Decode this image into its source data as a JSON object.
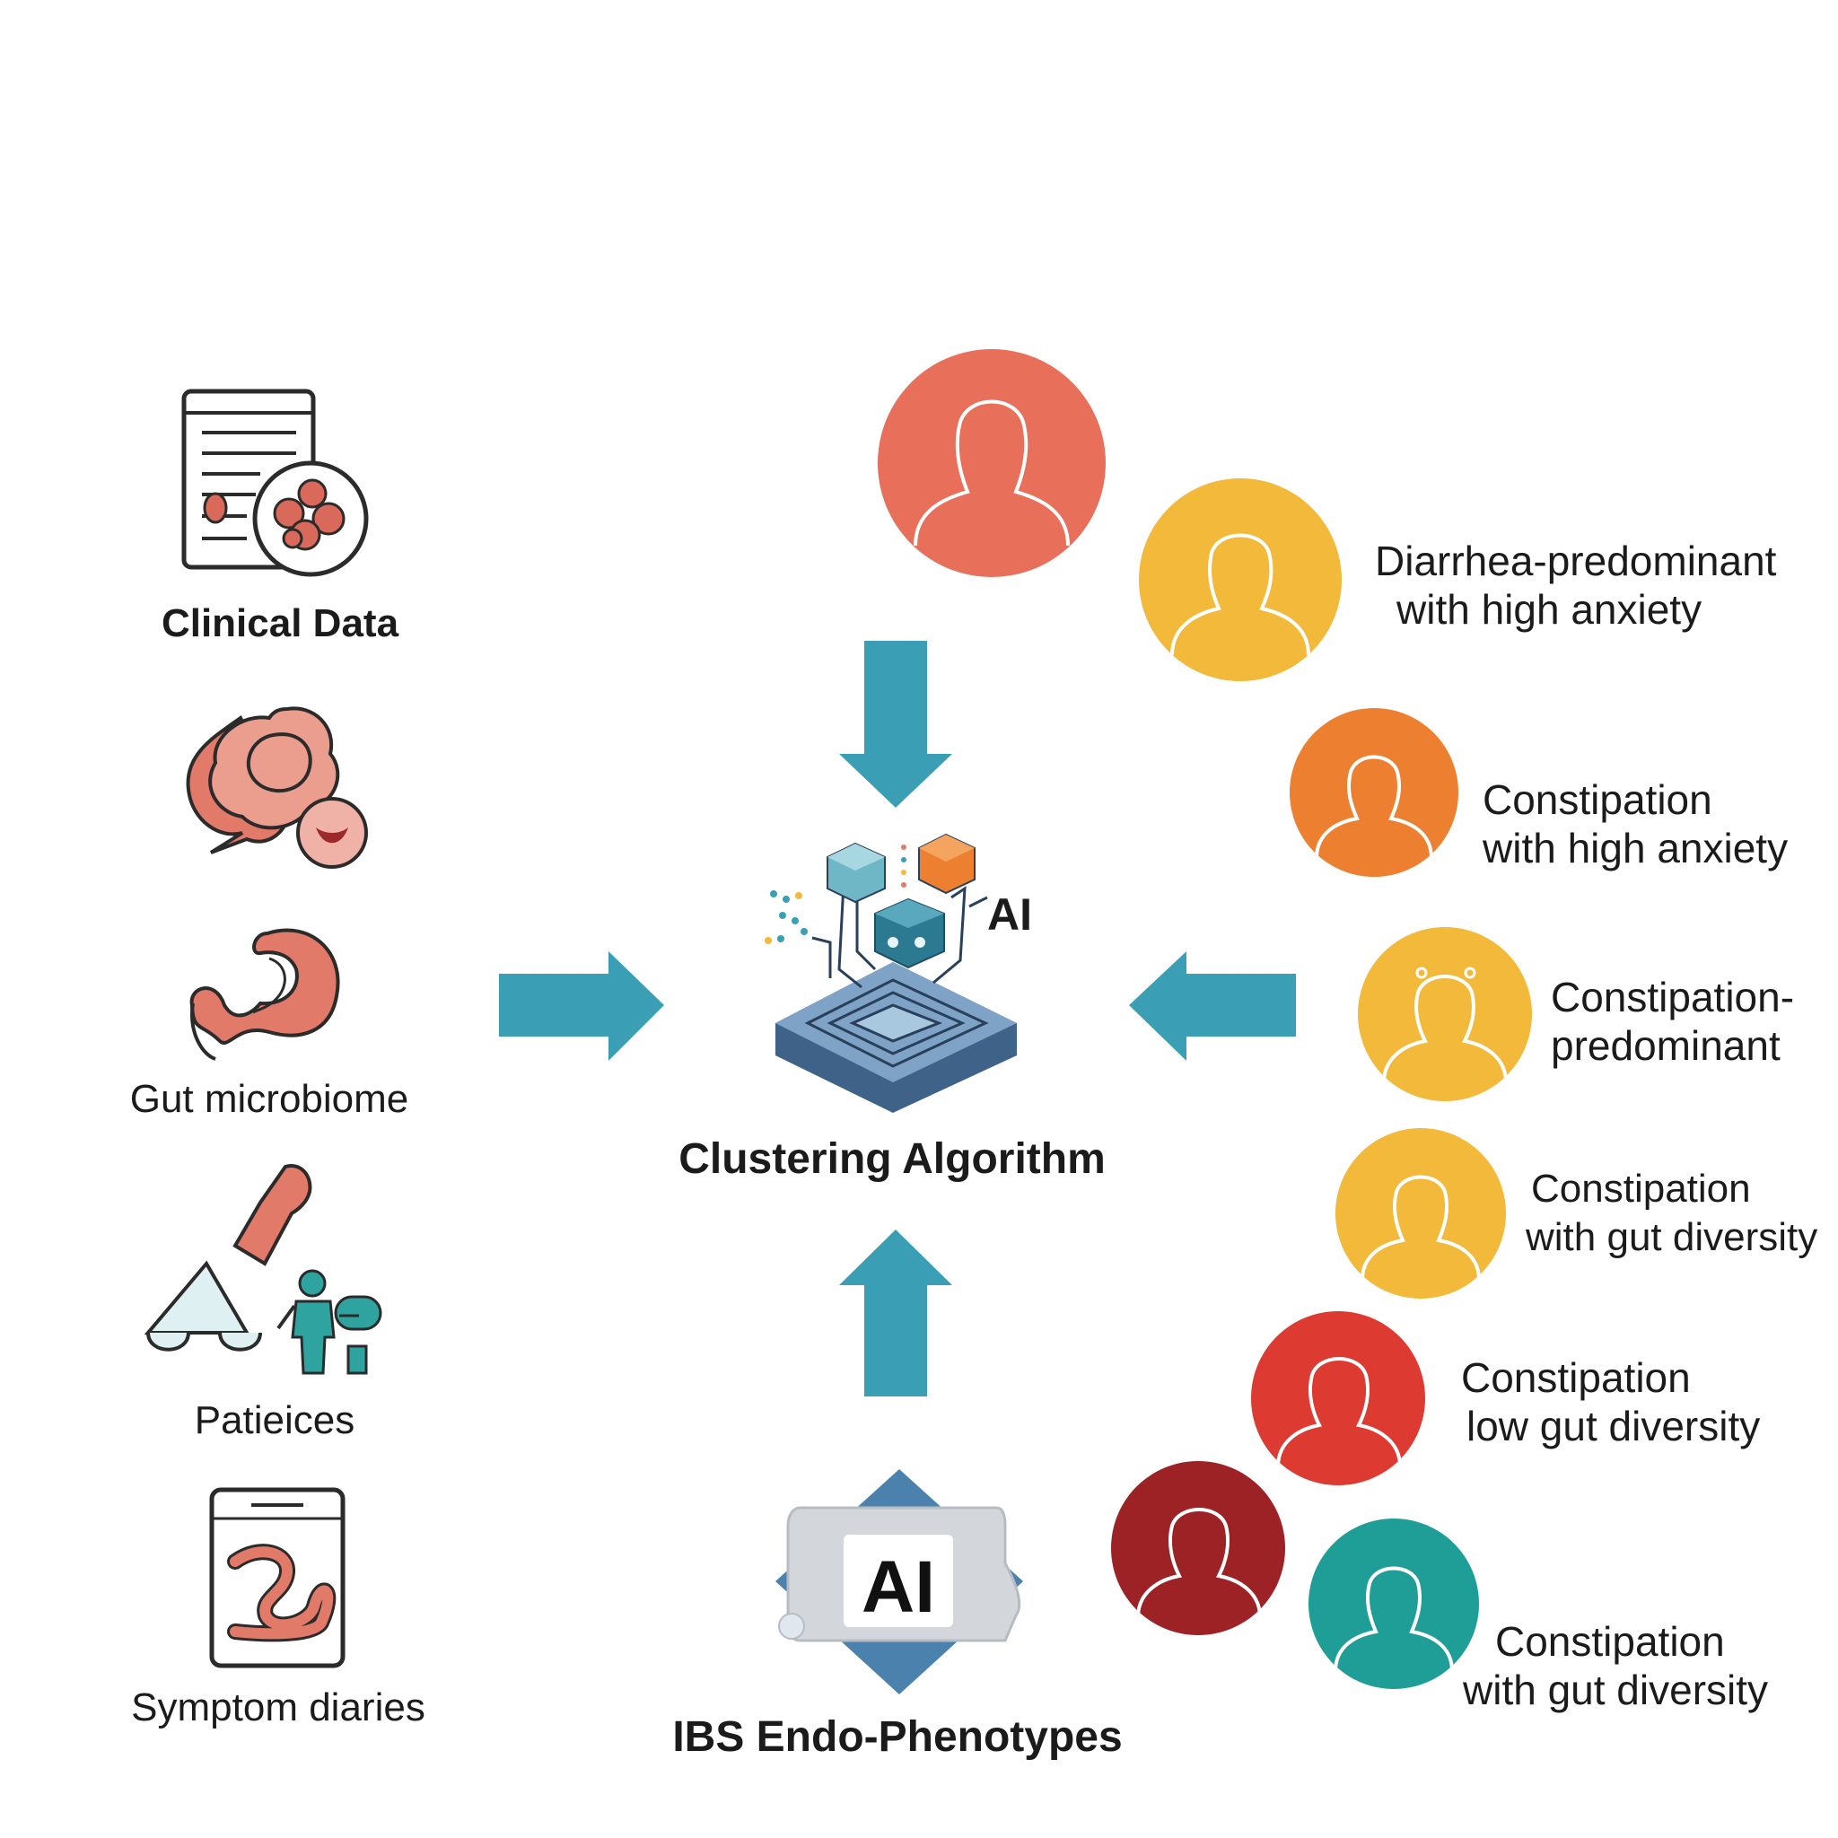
{
  "inputs": [
    {
      "label": "Clinical Data",
      "icon": "clinical-data-icon"
    },
    {
      "label": "Gut microbiome",
      "icon": "microbiome-cells-icon"
    },
    {
      "label": "",
      "icon": "intestine-icon"
    },
    {
      "label": "Patieices",
      "icon": "patient-scale-icon"
    },
    {
      "label": "Symptom diaries",
      "icon": "symptom-diary-icon"
    }
  ],
  "center": {
    "ai_tag": "AI",
    "title": "Clustering Algorithm",
    "badge_text": "AI",
    "bottom_title": "IBS Endo-Phenotypes"
  },
  "phenotypes": [
    {
      "line1": "",
      "line2": "",
      "color": "#e8705a"
    },
    {
      "line1": "Diarrhea-predominant",
      "line2": "with high anxiety",
      "color": "#f3b93a"
    },
    {
      "line1": "Constipation",
      "line2": "with high anxiety",
      "color": "#ed8030"
    },
    {
      "line1": "Constipation-",
      "line2": "predominant",
      "color": "#f3b93a"
    },
    {
      "line1": "Constipation",
      "line2": "with gut diversity",
      "color": "#f3b93a"
    },
    {
      "line1": "Constipation",
      "line2": "low gut diversity",
      "color": "#dd3a32"
    },
    {
      "line1": "",
      "line2": "",
      "color": "#9c2226"
    },
    {
      "line1": "Constipation",
      "line2": "with gut diversity",
      "color": "#1f9e97"
    }
  ],
  "colors": {
    "arrow": "#3a9fb4",
    "ink": "#1b1b1b"
  }
}
